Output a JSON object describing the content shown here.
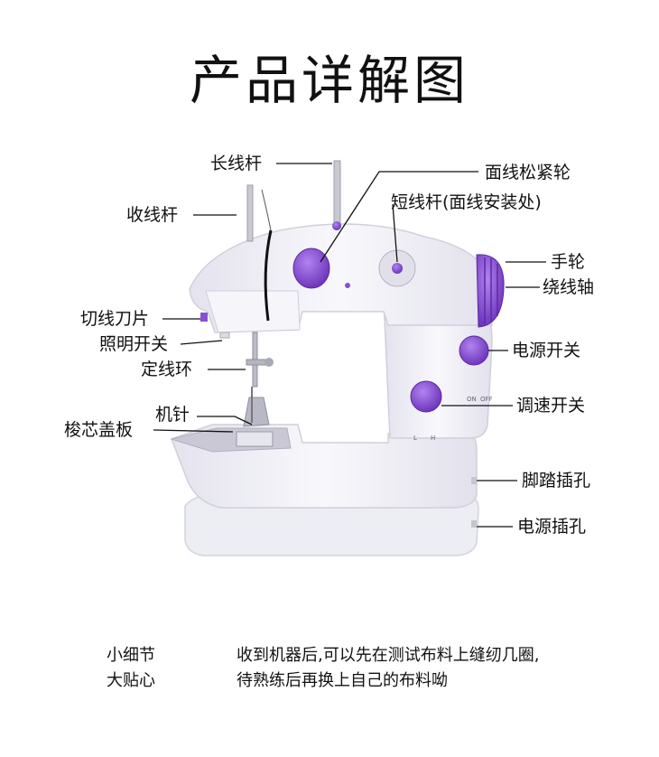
{
  "title": "产品详解图",
  "labels": {
    "long_spool_pin": "长线杆",
    "upper_tension": "面线松紧轮",
    "short_spool_pin": "短线杆(面线安装处)",
    "take_up_lever": "收线杆",
    "handwheel": "手轮",
    "bobbin_winder": "绕线轴",
    "thread_cutter": "切线刀片",
    "light_switch": "照明开关",
    "power_switch": "电源开关",
    "thread_guide": "定线环",
    "speed_switch": "调速开关",
    "needle": "机针",
    "bobbin_cover": "梭芯盖板",
    "foot_pedal_jack": "脚踏插孔",
    "power_jack": "电源插孔"
  },
  "machine_marks": {
    "on": "ON",
    "off": "OFF",
    "low": "L",
    "high": "H"
  },
  "note": {
    "heading_line1": "小细节",
    "heading_line2": "大贴心",
    "text_line1": "收到机器后,可以先在测试布料上缝纫几圈,",
    "text_line2": "待熟练后再换上自己的布料呦"
  },
  "colors": {
    "accent_purple": "#8a4fd0",
    "body_white": "#f4f3f8",
    "body_shadow": "#dcdbe6"
  }
}
